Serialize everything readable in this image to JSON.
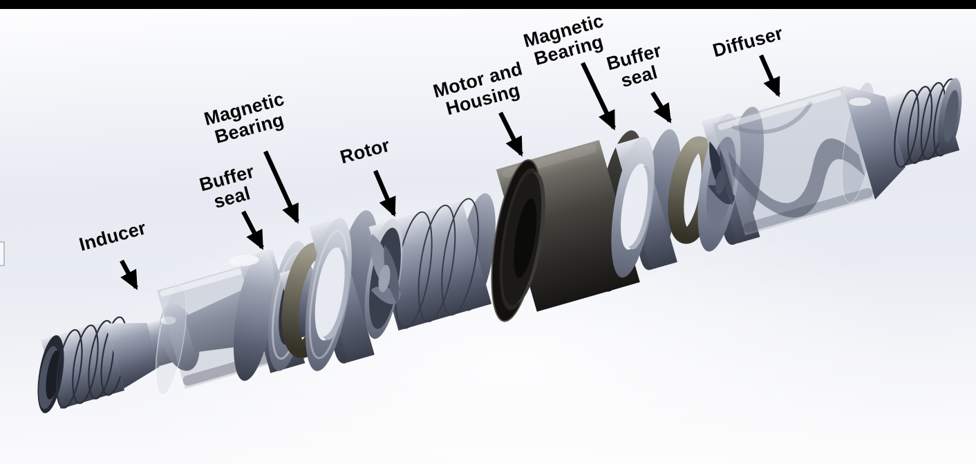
{
  "labels": [
    {
      "id": "inducer",
      "lines": [
        "Inducer"
      ]
    },
    {
      "id": "buffer-seal-left",
      "lines": [
        "Buffer",
        "seal"
      ]
    },
    {
      "id": "magnetic-bearing-left",
      "lines": [
        "Magnetic",
        "Bearing"
      ]
    },
    {
      "id": "rotor",
      "lines": [
        "Rotor"
      ]
    },
    {
      "id": "motor-housing",
      "lines": [
        "Motor and",
        "Housing"
      ]
    },
    {
      "id": "magnetic-bearing-right",
      "lines": [
        "Magnetic",
        "Bearing"
      ]
    },
    {
      "id": "buffer-seal-right",
      "lines": [
        "Buffer",
        "seal"
      ]
    },
    {
      "id": "diffuser",
      "lines": [
        "Diffuser"
      ]
    }
  ],
  "colors": {
    "top_bar": "#000000",
    "background_tint": "#e7eaf2",
    "metal_gray": "#7a8194",
    "motor_housing_dark": "#2a2926",
    "seal_olive": "#716e5f",
    "annotation_black": "#000000"
  }
}
